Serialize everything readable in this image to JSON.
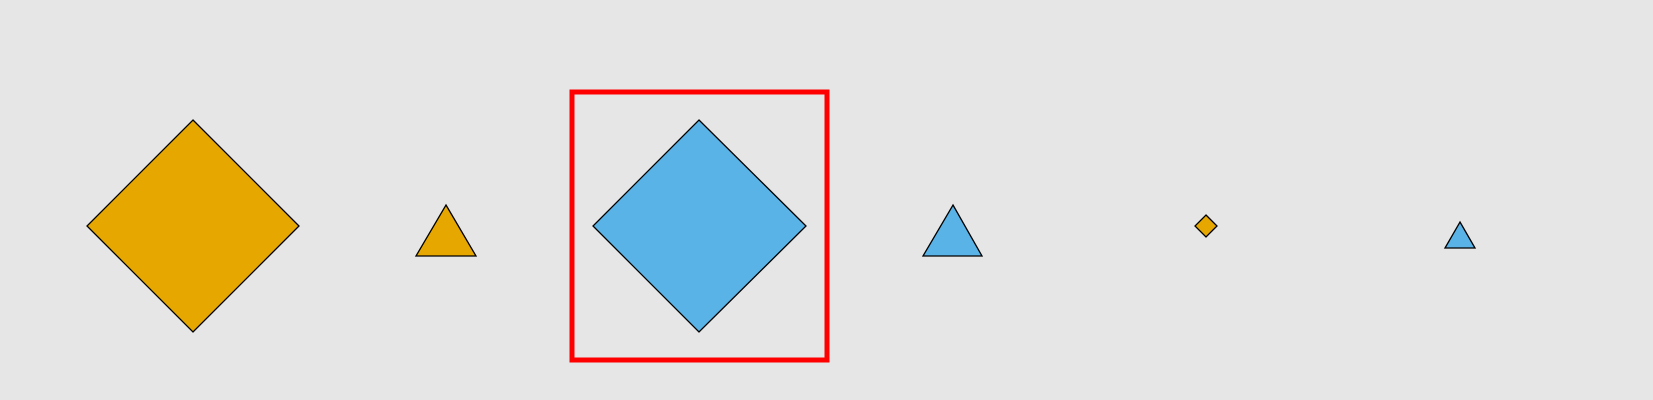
{
  "colors": {
    "background": "#e6e6e6",
    "orange": "#e6a700",
    "blue": "#5ab3e6",
    "outline": "#000000",
    "selection": "#ff0000"
  },
  "shapes": [
    {
      "kind": "diamond",
      "fill": "orange",
      "size": "large"
    },
    {
      "kind": "triangle",
      "fill": "orange",
      "size": "medium"
    },
    {
      "kind": "diamond",
      "fill": "blue",
      "size": "large",
      "selected": true
    },
    {
      "kind": "triangle",
      "fill": "blue",
      "size": "medium"
    },
    {
      "kind": "diamond",
      "fill": "orange",
      "size": "small"
    },
    {
      "kind": "triangle",
      "fill": "blue",
      "size": "small"
    }
  ]
}
